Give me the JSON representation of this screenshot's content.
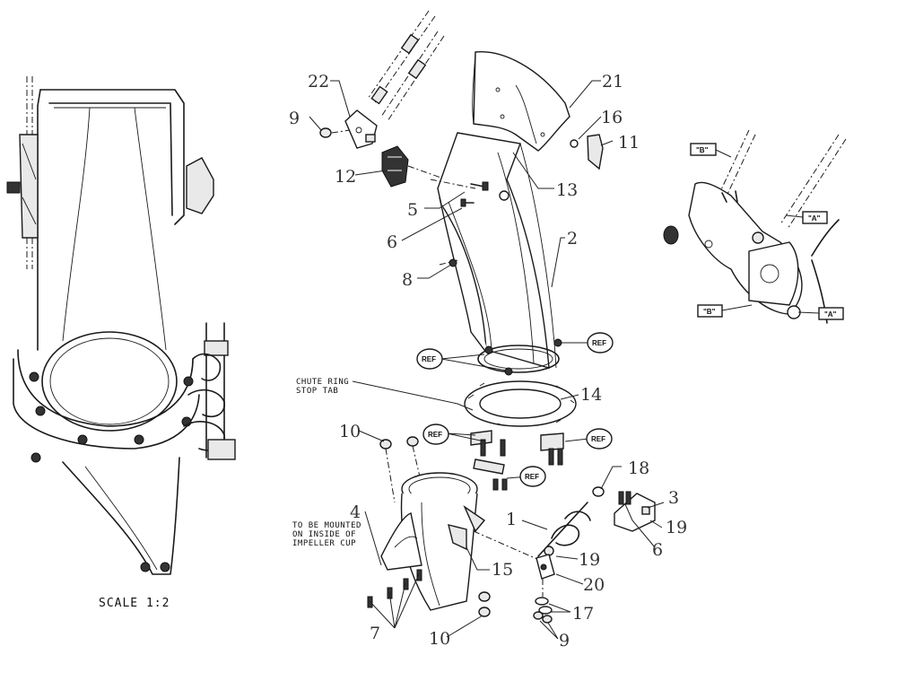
{
  "callouts": {
    "n1": "1",
    "n2": "2",
    "n3": "3",
    "n4": "4",
    "n5": "5",
    "n6a": "6",
    "n6b": "6",
    "n7": "7",
    "n8": "8",
    "n9a": "9",
    "n9b": "9",
    "n10a": "10",
    "n10b": "10",
    "n11": "11",
    "n12": "12",
    "n13": "13",
    "n14": "14",
    "n15": "15",
    "n16": "16",
    "n17": "17",
    "n18": "18",
    "n19a": "19",
    "n19b": "19",
    "n20": "20",
    "n21": "21",
    "n22": "22"
  },
  "ref_label": "REF",
  "notes": {
    "chute_ring_line1": "CHUTE RING",
    "chute_ring_line2": "STOP TAB",
    "mount_line1": "TO BE MOUNTED",
    "mount_line2": "ON INSIDE OF",
    "mount_line3": "IMPELLER CUP"
  },
  "scale_label": "SCALE 1:2",
  "detail_tags": {
    "b_top": "\"B\"",
    "a_top": "\"A\"",
    "b_bottom": "\"B\"",
    "a_bottom": "\"A\""
  }
}
